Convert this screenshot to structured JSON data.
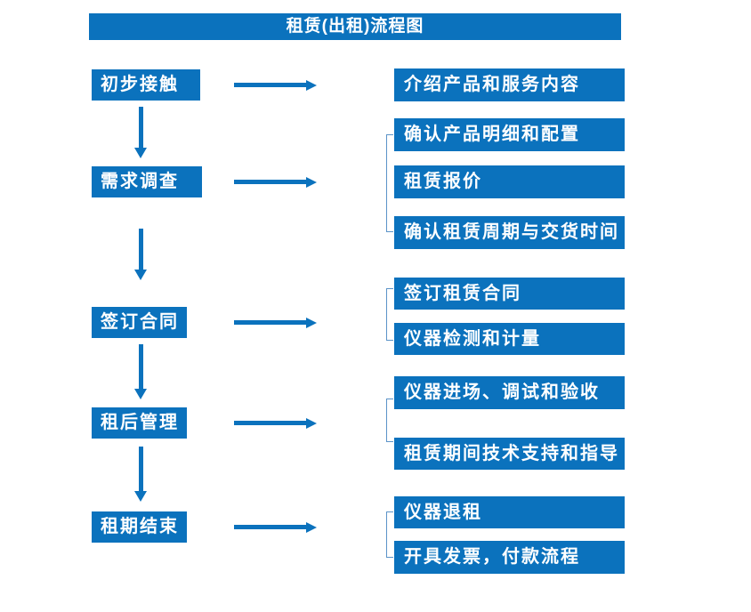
{
  "title": "租赁(出租)流程图",
  "colors": {
    "primary": "#0b72bd",
    "bracket": "#5b93c8",
    "text": "#ffffff",
    "background": "#ffffff"
  },
  "groups": [
    {
      "step": "初步接触",
      "details": [
        "介绍产品和服务内容"
      ]
    },
    {
      "step": "需求调查",
      "details": [
        "确认产品明细和配置",
        "租赁报价",
        "确认租赁周期与交货时间"
      ]
    },
    {
      "step": "签订合同",
      "details": [
        "签订租赁合同",
        "仪器检测和计量"
      ]
    },
    {
      "step": "租后管理",
      "details": [
        "仪器进场、调试和验收",
        "租赁期间技术支持和指导"
      ]
    },
    {
      "step": "租期结束",
      "details": [
        "仪器退租",
        "开具发票，付款流程"
      ]
    }
  ]
}
